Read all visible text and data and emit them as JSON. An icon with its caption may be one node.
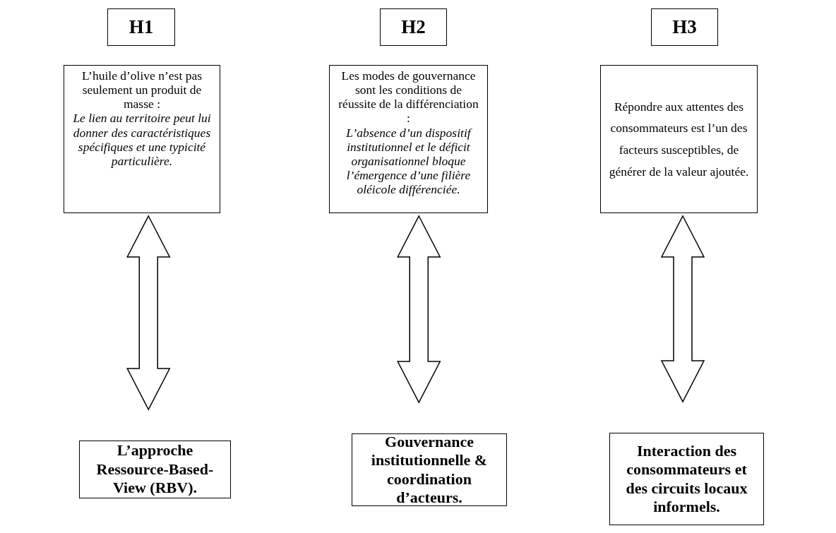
{
  "diagram": {
    "nodes": [
      {
        "text": [
          "H1"
        ]
      },
      {
        "text": [
          "H2"
        ]
      },
      {
        "text": [
          "H3"
        ]
      },
      {
        "text": [
          "L’huile d’olive n’est pas seulement un produit de masse :",
          "Le lien au territoire peut lui donner des caractéristiques spécifiques et une typicité particulière."
        ]
      },
      {
        "text": [
          "Les modes de gouvernance sont les conditions de réussite de la différenciation :",
          "L’absence d’un dispositif institutionnel et le déficit organisationnel bloque l’émergence d’une filière oléicole différenciée."
        ]
      },
      {
        "text": [
          "Répondre aux attentes des consommateurs est l’un des facteurs susceptibles, de générer de la valeur ajoutée."
        ]
      },
      {
        "text": [
          "L’approche Ressource-Based-View (RBV)."
        ]
      },
      {
        "text": [
          "Gouvernance institutionnelle & coordination d’acteurs."
        ]
      },
      {
        "text": [
          "Interaction des consommateurs et des circuits locaux informels."
        ]
      }
    ],
    "edges": [
      {
        "from": 3,
        "to": 6,
        "arrow": "both"
      },
      {
        "from": 4,
        "to": 7,
        "arrow": "both"
      },
      {
        "from": 5,
        "to": 8,
        "arrow": "both"
      }
    ]
  }
}
